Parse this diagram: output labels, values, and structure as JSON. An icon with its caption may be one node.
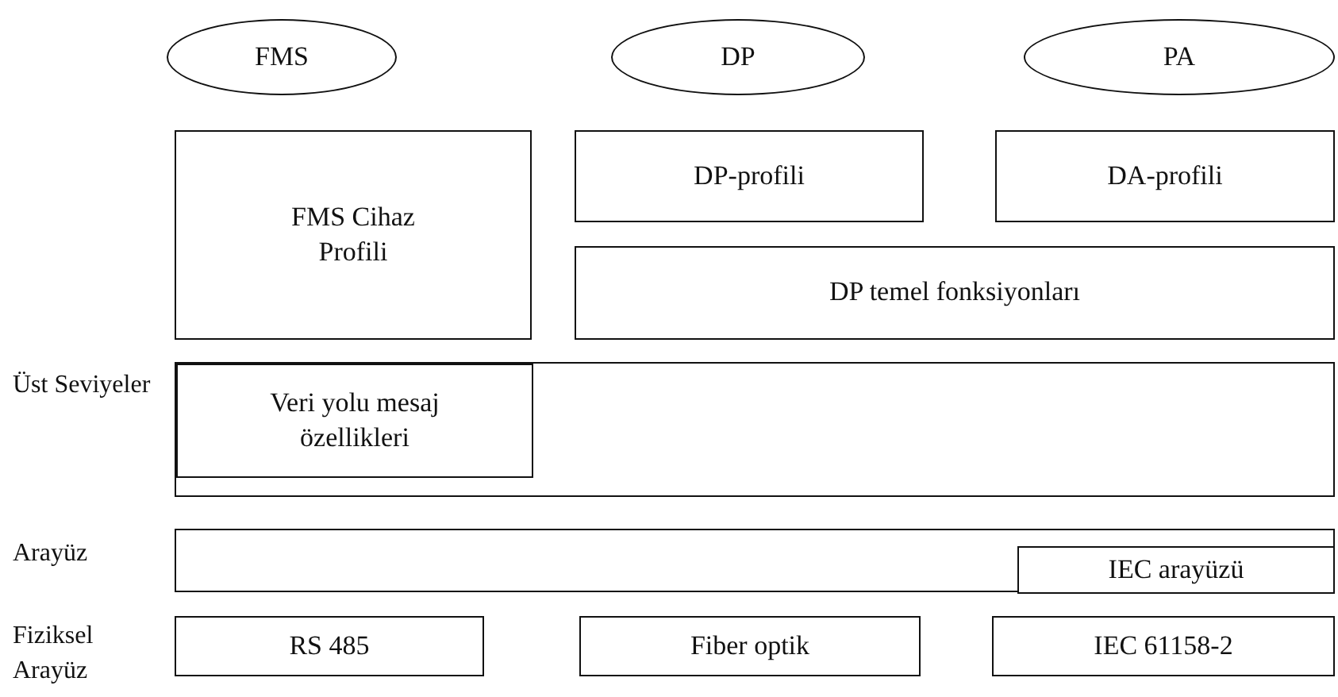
{
  "diagram": {
    "nodes": [
      {
        "text": [
          "FMS"
        ]
      },
      {
        "text": [
          "DP"
        ]
      },
      {
        "text": [
          "PA"
        ]
      },
      {
        "text": [
          "FMS Cihaz Profili"
        ]
      },
      {
        "text": [
          "DP-profili"
        ]
      },
      {
        "text": [
          "DA-profili"
        ]
      },
      {
        "text": [
          "DP temel fonksiyonları"
        ]
      },
      {
        "text": [],
        "shape": "box"
      },
      {
        "text": [
          "Veri yolu mesaj özellikleri"
        ],
        "in": 7
      },
      {
        "text": [],
        "shape": "box"
      },
      {
        "text": [
          "IEC arayüzü"
        ],
        "in": 9
      },
      {
        "text": [
          "RS 485"
        ]
      },
      {
        "text": [
          "Fiber optik"
        ]
      },
      {
        "text": [
          "IEC 61158-2"
        ]
      }
    ],
    "edges": [],
    "labels": [
      "Üst Seviyeler",
      "Arayüz",
      "Fiziksel Arayüz"
    ]
  }
}
